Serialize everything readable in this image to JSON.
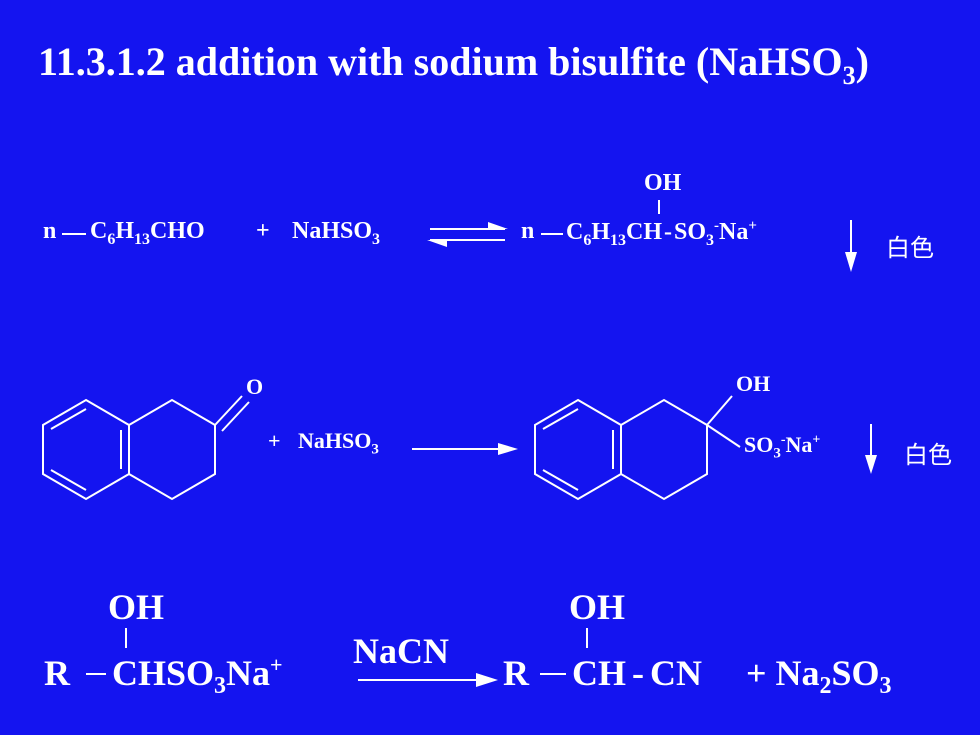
{
  "title": {
    "main": "11.3.1.2  addition with sodium bisulfite (NaHSO",
    "sub": "3",
    "close": ")"
  },
  "row1": {
    "r_prefix": "n",
    "r_c": "C",
    "r_c_sub": "6",
    "r_h": "H",
    "r_h_sub": "13",
    "r_cho": "CHO",
    "plus": "+",
    "reagent": "NaHSO",
    "reagent_sub": "3",
    "p_prefix": "n",
    "p_c": "C",
    "p_c_sub": "6",
    "p_h": "H",
    "p_h_sub": "13",
    "p_ch": "CH",
    "p_dash": "-",
    "p_so": "SO",
    "p_so_sub": "3",
    "p_so_sup": "-",
    "p_na": "Na",
    "p_na_sup": "+",
    "oh": "OH",
    "note": "白色"
  },
  "row2": {
    "o_label": "O",
    "plus": "+",
    "reagent": "NaHSO",
    "reagent_sub": "3",
    "oh": "OH",
    "so": "SO",
    "so_sub": "3",
    "so_sup": "-",
    "na": "Na",
    "na_sup": "+",
    "note": "白色"
  },
  "row3": {
    "oh_left": "OH",
    "r_left": "R",
    "ch_left": "CHSO",
    "sub_left": "3",
    "na_left": "Na",
    "sup_left": "+",
    "over_arrow": "NaCN",
    "oh_right": "OH",
    "r_right": "R",
    "ch_right": "CH",
    "dash": "-",
    "cn": "CN",
    "plus": "+",
    "na2": "Na",
    "na2_sub": "2",
    "so3": "SO",
    "so3_sub": "3"
  },
  "colors": {
    "background": "#1414f0",
    "foreground": "#ffffff"
  }
}
